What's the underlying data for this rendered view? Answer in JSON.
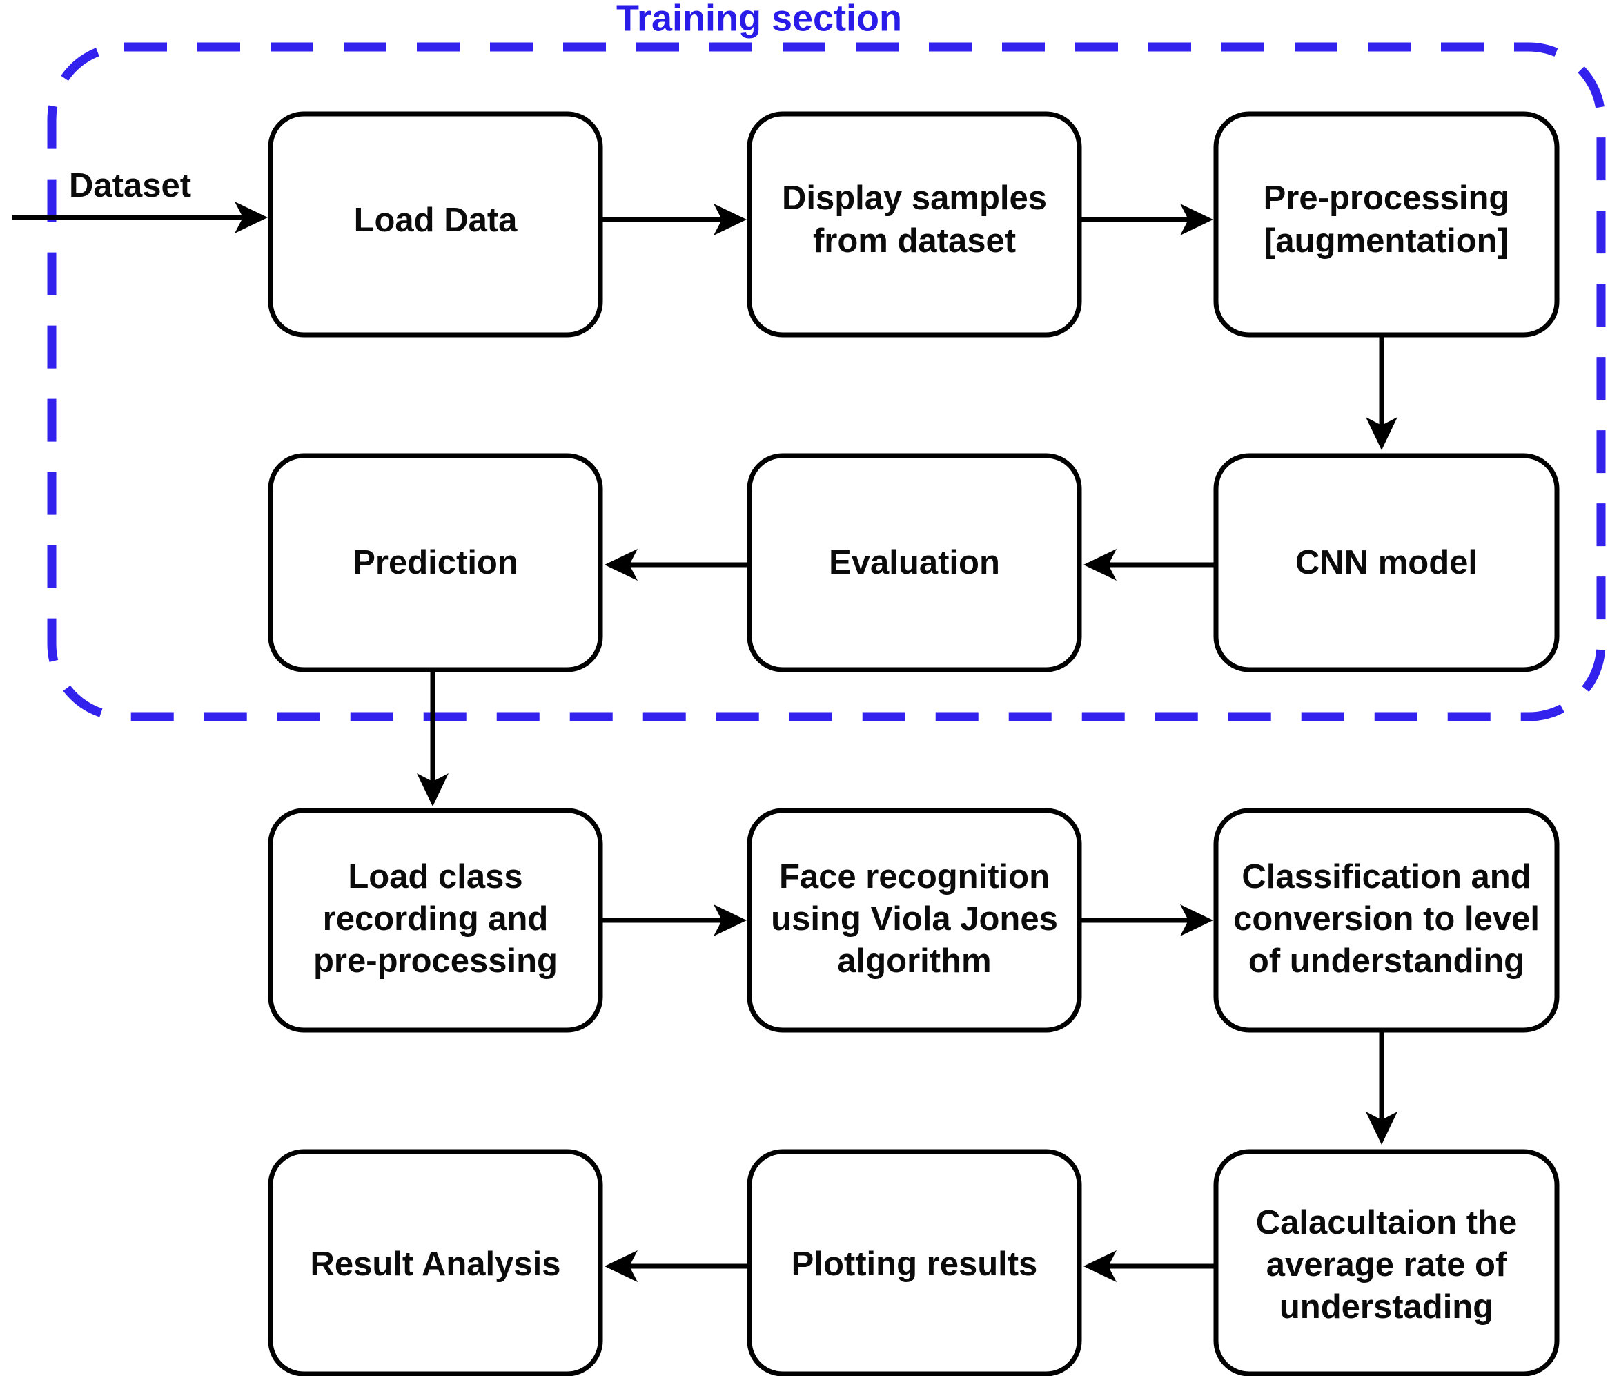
{
  "diagram": {
    "title": "Training section",
    "title_color": "#2a1ce8",
    "frame_color": "#3322ee",
    "node_border_color": "#000000",
    "node_fill_color": "#ffffff",
    "text_color": "#0b0b0b",
    "edge_labels": {
      "dataset": "Dataset"
    },
    "nodes": [
      {
        "id": "load-data",
        "lines": [
          "Load Data"
        ]
      },
      {
        "id": "display-samples",
        "lines": [
          "Display samples",
          "from dataset"
        ]
      },
      {
        "id": "pre-processing",
        "lines": [
          "Pre-processing",
          "[augmentation]"
        ]
      },
      {
        "id": "prediction",
        "lines": [
          "Prediction"
        ]
      },
      {
        "id": "evaluation",
        "lines": [
          "Evaluation"
        ]
      },
      {
        "id": "cnn-model",
        "lines": [
          "CNN model"
        ]
      },
      {
        "id": "load-class-recording",
        "lines": [
          "Load class",
          "recording and",
          "pre-processing"
        ]
      },
      {
        "id": "face-recognition",
        "lines": [
          "Face recognition",
          "using Viola Jones",
          "algorithm"
        ]
      },
      {
        "id": "classification",
        "lines": [
          "Classification and",
          "conversion to level",
          "of understanding"
        ]
      },
      {
        "id": "result-analysis",
        "lines": [
          "Result Analysis"
        ]
      },
      {
        "id": "plotting-results",
        "lines": [
          "Plotting results"
        ]
      },
      {
        "id": "calculation-rate",
        "lines": [
          "Calacultaion the",
          "average rate of",
          "understading"
        ]
      }
    ],
    "edges": [
      {
        "from": "dataset-input",
        "to": "load-data",
        "direction": "right"
      },
      {
        "from": "load-data",
        "to": "display-samples",
        "direction": "right"
      },
      {
        "from": "display-samples",
        "to": "pre-processing",
        "direction": "right"
      },
      {
        "from": "pre-processing",
        "to": "cnn-model",
        "direction": "down"
      },
      {
        "from": "cnn-model",
        "to": "evaluation",
        "direction": "left"
      },
      {
        "from": "evaluation",
        "to": "prediction",
        "direction": "left"
      },
      {
        "from": "prediction",
        "to": "load-class-recording",
        "direction": "down"
      },
      {
        "from": "load-class-recording",
        "to": "face-recognition",
        "direction": "right"
      },
      {
        "from": "face-recognition",
        "to": "classification",
        "direction": "right"
      },
      {
        "from": "classification",
        "to": "calculation-rate",
        "direction": "down"
      },
      {
        "from": "calculation-rate",
        "to": "plotting-results",
        "direction": "left"
      },
      {
        "from": "plotting-results",
        "to": "result-analysis",
        "direction": "left"
      }
    ]
  }
}
